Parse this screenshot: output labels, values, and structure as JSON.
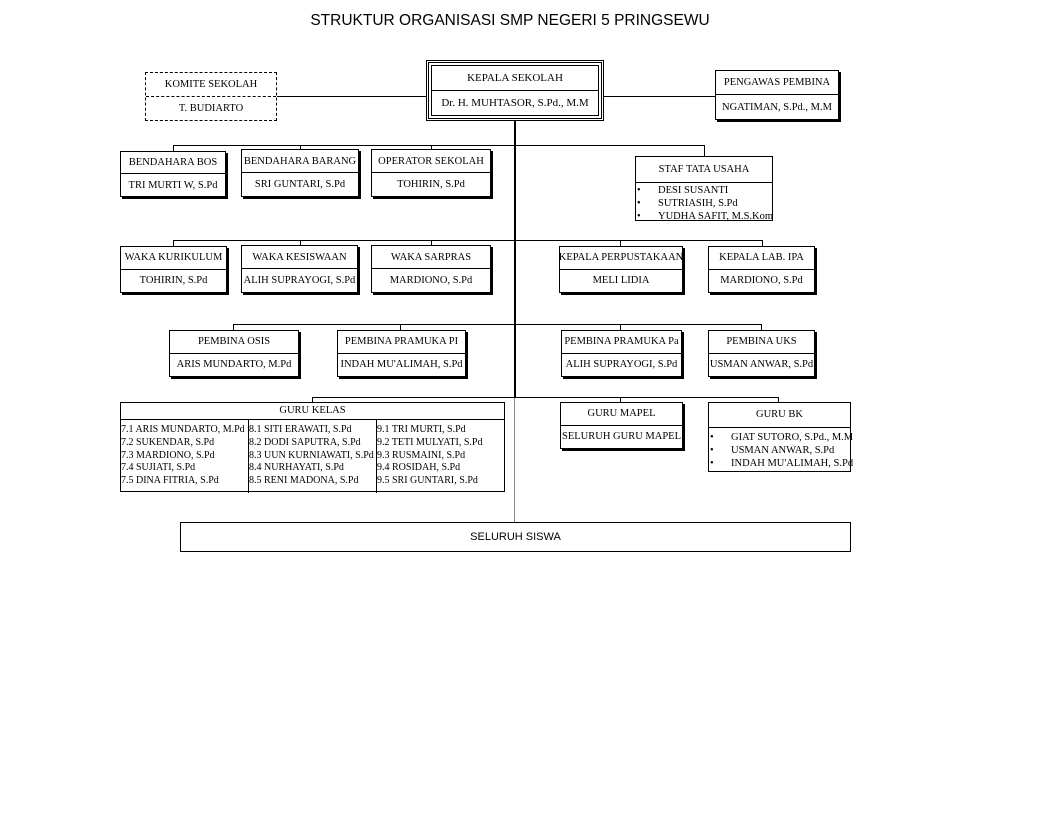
{
  "title": "STRUKTUR ORGANISASI SMP NEGERI 5 PRINGSEWU",
  "kepala": {
    "role": "KEPALA SEKOLAH",
    "name": "Dr. H. MUHTASOR, S.Pd., M.M"
  },
  "komite": {
    "role": "KOMITE SEKOLAH",
    "name": "T. BUDIARTO"
  },
  "pengawas": {
    "role": "PENGAWAS PEMBINA",
    "name": "NGATIMAN, S.Pd., M.M"
  },
  "bendahara_bos": {
    "role": "BENDAHARA BOS",
    "name": "TRI MURTI W, S.Pd"
  },
  "bendahara_barang": {
    "role": "BENDAHARA BARANG",
    "name": "SRI GUNTARI, S.Pd"
  },
  "operator": {
    "role": "OPERATOR SEKOLAH",
    "name": "TOHIRIN, S.Pd"
  },
  "staf_tu": {
    "role": "STAF TATA USAHA",
    "members": [
      "DESI SUSANTI",
      "SUTRIASIH, S.Pd",
      "YUDHA SAFIT, M.S.Kom"
    ]
  },
  "waka_kurikulum": {
    "role": "WAKA KURIKULUM",
    "name": "TOHIRIN, S.Pd"
  },
  "waka_kesiswaan": {
    "role": "WAKA KESISWAAN",
    "name": "ALIH SUPRAYOGI, S.Pd"
  },
  "waka_sarpras": {
    "role": "WAKA SARPRAS",
    "name": "MARDIONO, S.Pd"
  },
  "kepala_perpustakaan": {
    "role": "KEPALA PERPUSTAKAAN",
    "name": "MELI LIDIA"
  },
  "kepala_lab": {
    "role": "KEPALA LAB. IPA",
    "name": "MARDIONO, S.Pd"
  },
  "pembina_osis": {
    "role": "PEMBINA OSIS",
    "name": "ARIS MUNDARTO, M.Pd"
  },
  "pembina_pramuka_pi": {
    "role": "PEMBINA PRAMUKA PI",
    "name": "INDAH MU'ALIMAH, S.Pd"
  },
  "pembina_pramuka_pa": {
    "role": "PEMBINA PRAMUKA Pa",
    "name": "ALIH SUPRAYOGI, S.Pd"
  },
  "pembina_uks": {
    "role": "PEMBINA UKS",
    "name": "USMAN ANWAR, S.Pd"
  },
  "guru_kelas": {
    "role": "GURU KELAS",
    "columns": [
      [
        "7.1 ARIS MUNDARTO, M.Pd",
        "7.2 SUKENDAR, S.Pd",
        "7.3 MARDIONO, S.Pd",
        "7.4 SUJIATI, S.Pd",
        "7.5 DINA FITRIA, S.Pd"
      ],
      [
        "8.1 SITI ERAWATI, S.Pd",
        "8.2 DODI SAPUTRA, S.Pd",
        "8.3 UUN KURNIAWATI, S.Pd",
        "8.4 NURHAYATI, S.Pd",
        "8.5 RENI MADONA, S.Pd"
      ],
      [
        "9.1 TRI MURTI, S.Pd",
        "9.2 TETI MULYATI, S.Pd",
        "9.3 RUSMAINI, S.Pd",
        "9.4 ROSIDAH, S.Pd",
        "9.5 SRI GUNTARI, S.Pd"
      ]
    ]
  },
  "guru_mapel": {
    "role": "GURU MAPEL",
    "name": "SELURUH GURU MAPEL"
  },
  "guru_bk": {
    "role": "GURU BK",
    "members": [
      "GIAT SUTORO, S.Pd., M.M",
      "USMAN ANWAR, S.Pd",
      "INDAH MU'ALIMAH, S.Pd"
    ]
  },
  "siswa": "SELURUH SISWA"
}
